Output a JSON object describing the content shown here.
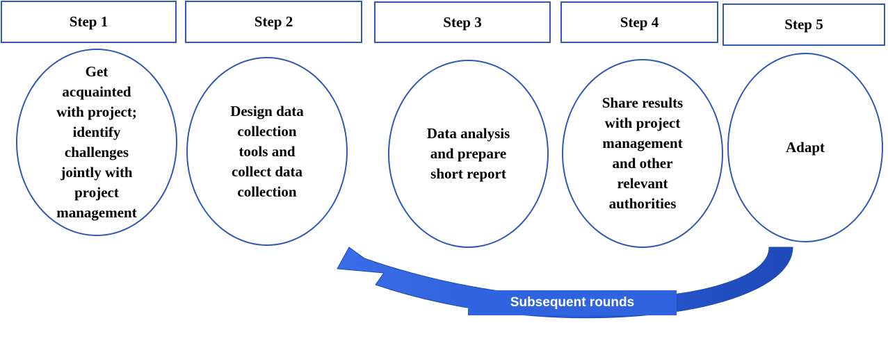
{
  "steps": [
    {
      "label": "Step 1",
      "text": "Get\nacquainted\nwith project;\nidentify\nchallenges\njointly with\nproject\nmanagement"
    },
    {
      "label": "Step 2",
      "text": "Design data\ncollection\ntools and\ncollect data\ncollection"
    },
    {
      "label": "Step 3",
      "text": "Data analysis\nand prepare\nshort report"
    },
    {
      "label": "Step 4",
      "text": "Share results\nwith project\nmanagement\nand other\nrelevant\nauthorities"
    },
    {
      "label": "Step 5",
      "text": "Adapt"
    }
  ],
  "loop": {
    "label": "Subsequent rounds",
    "color": "#2f63e0"
  },
  "colors": {
    "outline": "#2e59b4",
    "text": "#000000"
  }
}
